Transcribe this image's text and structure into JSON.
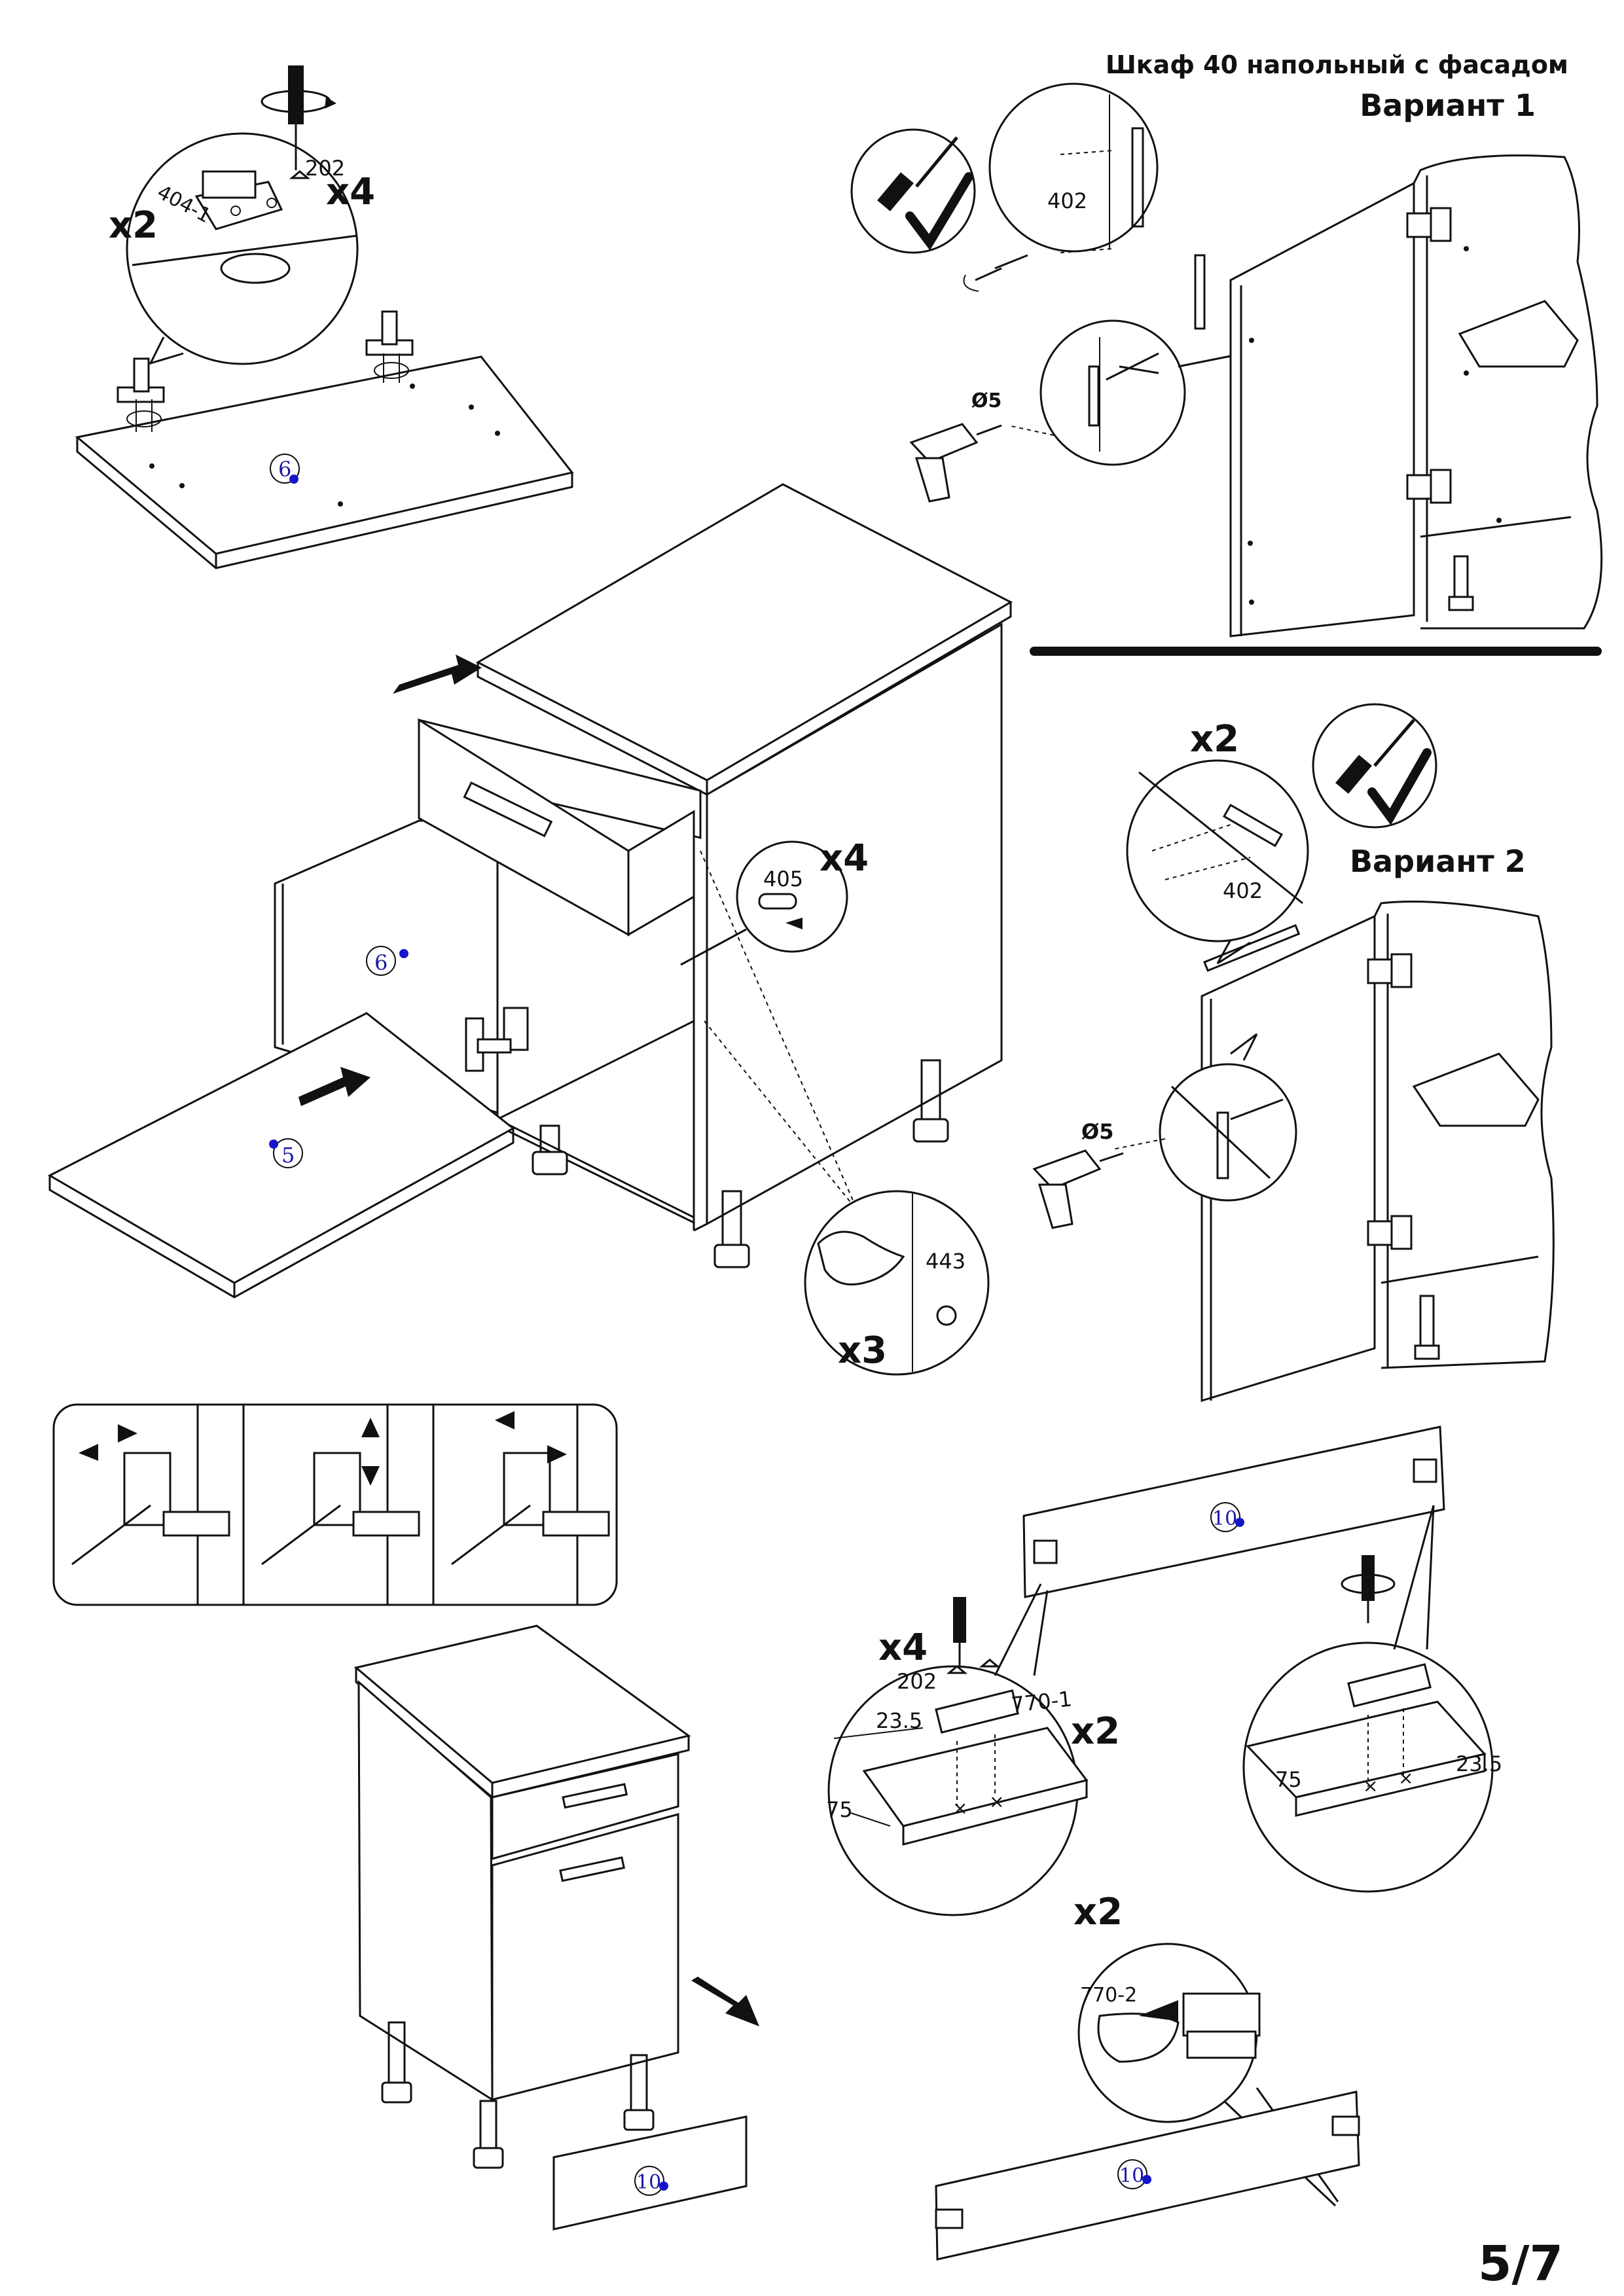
{
  "header": {
    "title": "Шкаф 40 напольный с фасадом",
    "variant1": "Вариант 1",
    "variant2": "Вариант 2"
  },
  "page_number": "5/7",
  "parts": {
    "bottom_panel": "6",
    "side_panel": "6",
    "shelf": "5",
    "plinth_top": "10",
    "plinth_bottom_left": "10",
    "plinth_bottom_right": "10"
  },
  "fittings": {
    "hinge_plate": "404-1",
    "screw": "202",
    "dowel": "405",
    "shelf_pin": "443",
    "handle_screw_v1": "402",
    "handle_screw_v2": "402",
    "plinth_clip": "770-1",
    "plinth_bracket": "770-2"
  },
  "quantities": {
    "hinge_count": "x2",
    "hinge_screws": "x4",
    "dowels": "x4",
    "shelf_pins": "x3",
    "handle_screws_v2": "x2",
    "clip_screws": "x4",
    "clips": "x2",
    "brackets": "x2"
  },
  "dimensions": {
    "left_offset": "23.5",
    "left_depth": "75",
    "right_depth": "75",
    "right_offset": "23.5"
  },
  "drill": {
    "v1": "Ø5",
    "v2": "Ø5"
  },
  "icons": [
    "screwdriver-icon",
    "checkmark-icon",
    "drill-icon",
    "arrow-icon",
    "rotation-icon"
  ]
}
